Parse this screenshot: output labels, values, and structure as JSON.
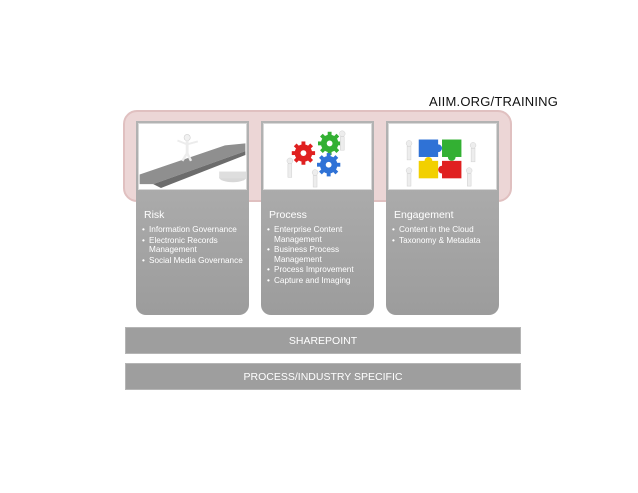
{
  "header": {
    "url_label": "AIIM.ORG/TRAINING"
  },
  "columns": [
    {
      "title": "Risk",
      "image": "person-on-bridge",
      "bullets": [
        "Information Governance",
        "Electronic Records Management",
        "Social Media Governance"
      ]
    },
    {
      "title": "Process",
      "image": "gears-team",
      "bullets": [
        "Enterprise Content Management",
        "Business Process Management",
        "Process Improvement",
        "Capture and Imaging"
      ]
    },
    {
      "title": "Engagement",
      "image": "puzzle-team",
      "bullets": [
        "Content in the Cloud",
        "Taxonomy & Metadata"
      ]
    }
  ],
  "bars": {
    "sharepoint": "SHAREPOINT",
    "process_industry": "PROCESS/INDUSTRY SPECIFIC"
  },
  "colors": {
    "column_fill": "#a6a6a6",
    "band_fill": "#ecd6d6",
    "gear_red": "#e02020",
    "gear_green": "#33b033",
    "gear_blue": "#2f72d6",
    "puzzle_yellow": "#f2d000"
  }
}
